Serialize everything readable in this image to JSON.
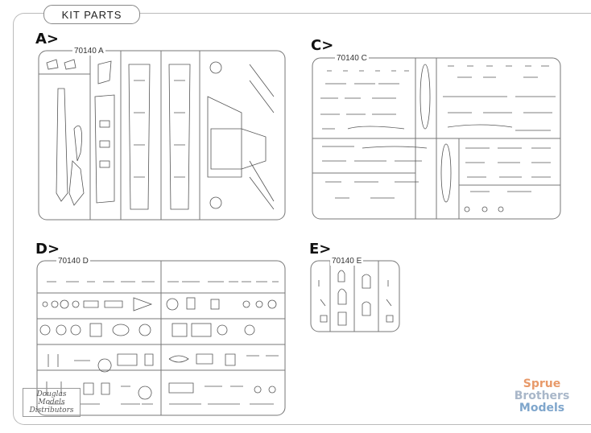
{
  "header": {
    "title": "KIT PARTS"
  },
  "sections": {
    "a": {
      "label": "A>",
      "code": "70140 A"
    },
    "c": {
      "label": "C>",
      "code": "70140 C"
    },
    "d": {
      "label": "D>",
      "code": "70140 D"
    },
    "e": {
      "label": "E>",
      "code": "70140 E"
    }
  },
  "distributor_logo": {
    "line1": "Douglas",
    "line2": "Models",
    "line3": "Distributors"
  },
  "watermark": {
    "line1": "Sprue",
    "line2": "Brothers",
    "line3": "Models"
  }
}
